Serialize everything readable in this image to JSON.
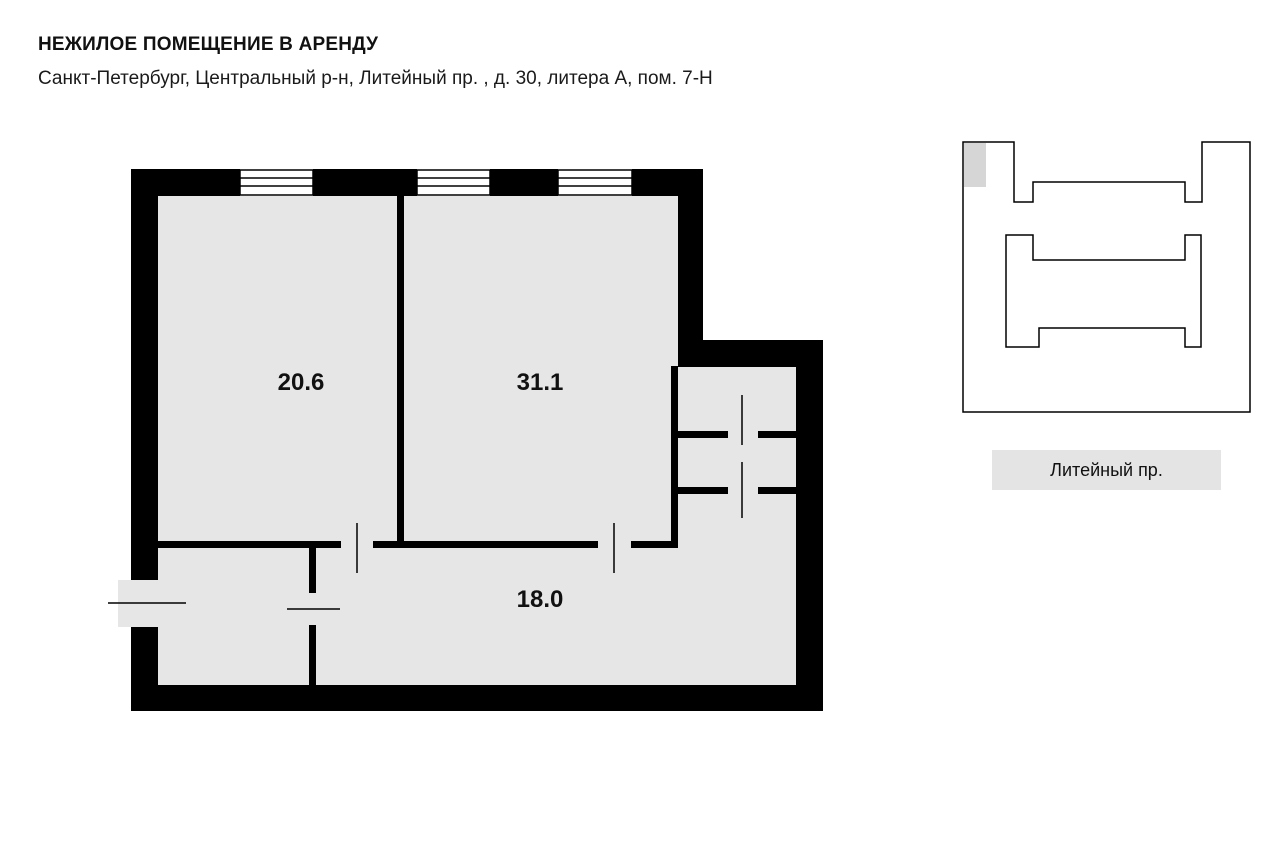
{
  "header": {
    "title": "НЕЖИЛОЕ ПОМЕЩЕНИЕ В АРЕНДУ",
    "address": "Санкт-Петербург, Центральный р-н, Литейный пр. , д. 30, литера А, пом. 7-Н"
  },
  "rooms": [
    {
      "id": "room-left",
      "area": "20.6"
    },
    {
      "id": "room-center",
      "area": "31.1"
    },
    {
      "id": "room-bottom",
      "area": "18.0"
    }
  ],
  "location_plan": {
    "street_label": "Литейный пр."
  },
  "colors": {
    "wall": "#000000",
    "floor": "#e6e6e6",
    "unit_highlight": "#d6d6d6"
  }
}
